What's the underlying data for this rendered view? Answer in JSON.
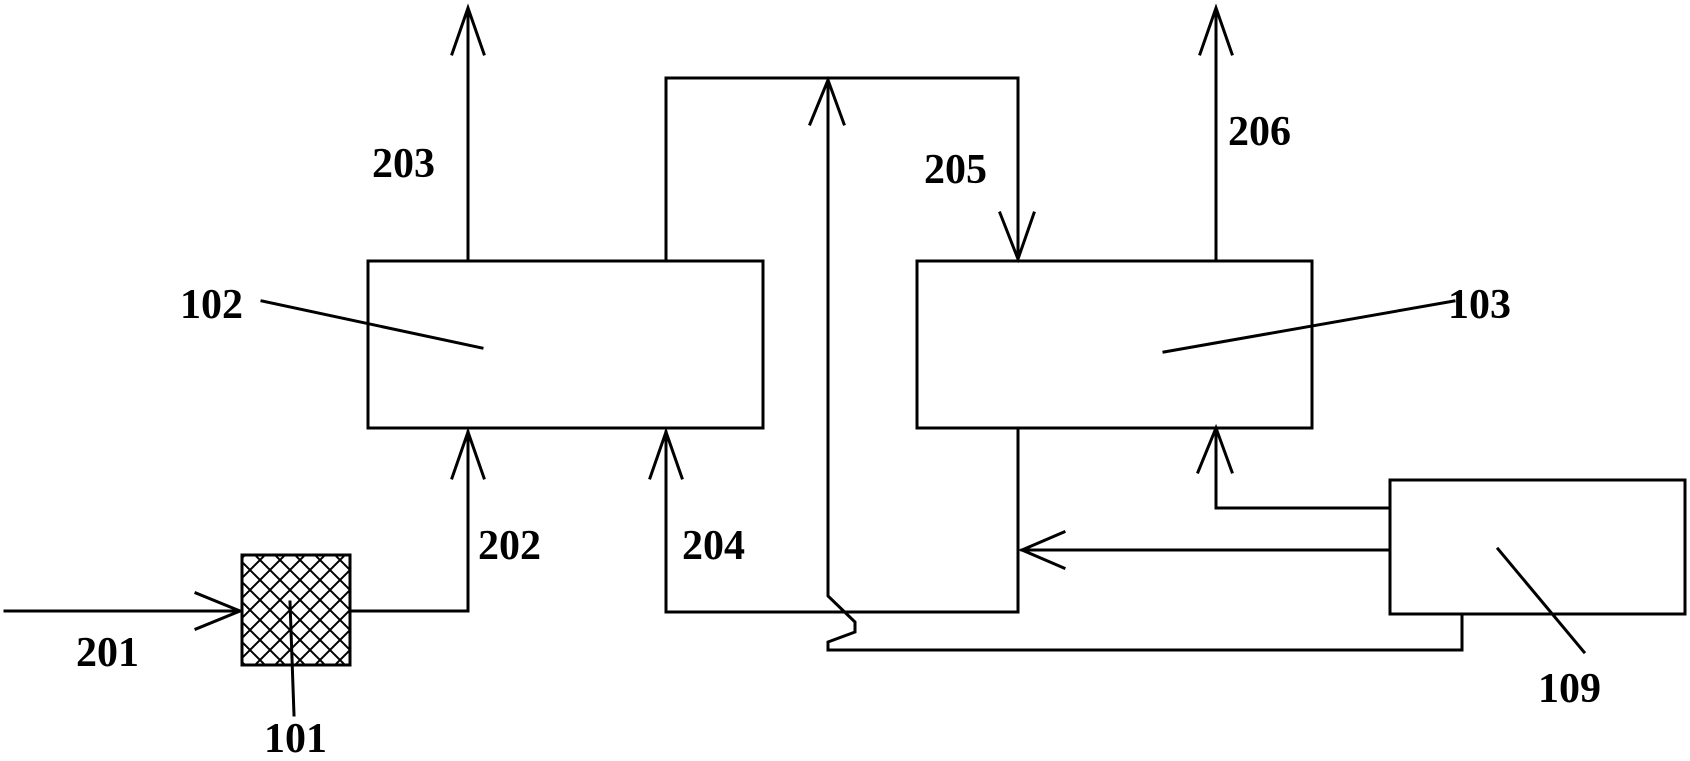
{
  "labels": {
    "l101": "101",
    "l102": "102",
    "l103": "103",
    "l109": "109",
    "l201": "201",
    "l202": "202",
    "l203": "203",
    "l204": "204",
    "l205": "205",
    "l206": "206"
  }
}
